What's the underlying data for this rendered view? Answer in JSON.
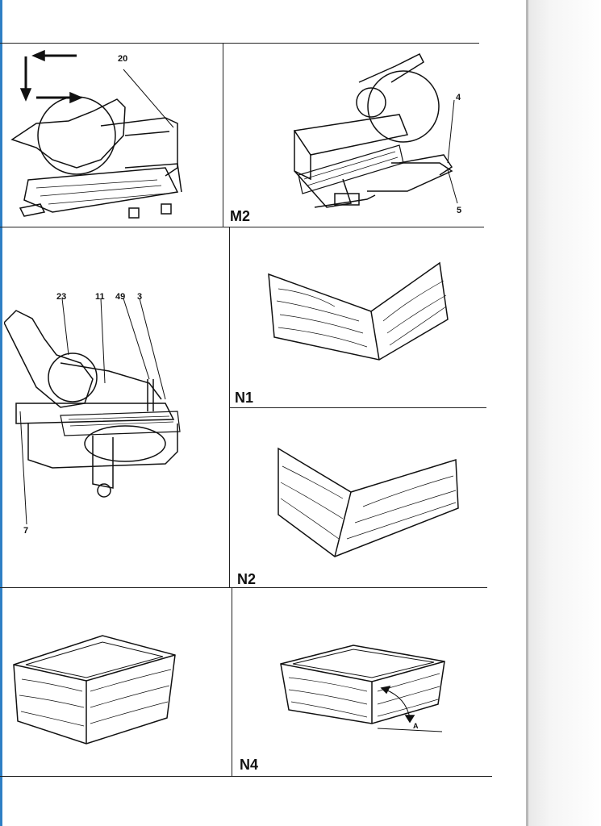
{
  "figures": {
    "m2": {
      "label": "M2",
      "callouts": {
        "c4": "4",
        "c5": "5"
      }
    },
    "saw_top_left": {
      "callouts": {
        "c20": "20"
      }
    },
    "saw_mid_left": {
      "callouts": {
        "c23": "23",
        "c11": "11",
        "c49": "49",
        "c3": "3",
        "c7": "7"
      }
    },
    "n1": {
      "label": "N1"
    },
    "n2": {
      "label": "N2"
    },
    "n4": {
      "label": "N4",
      "callouts": {
        "cA": "A"
      }
    }
  }
}
